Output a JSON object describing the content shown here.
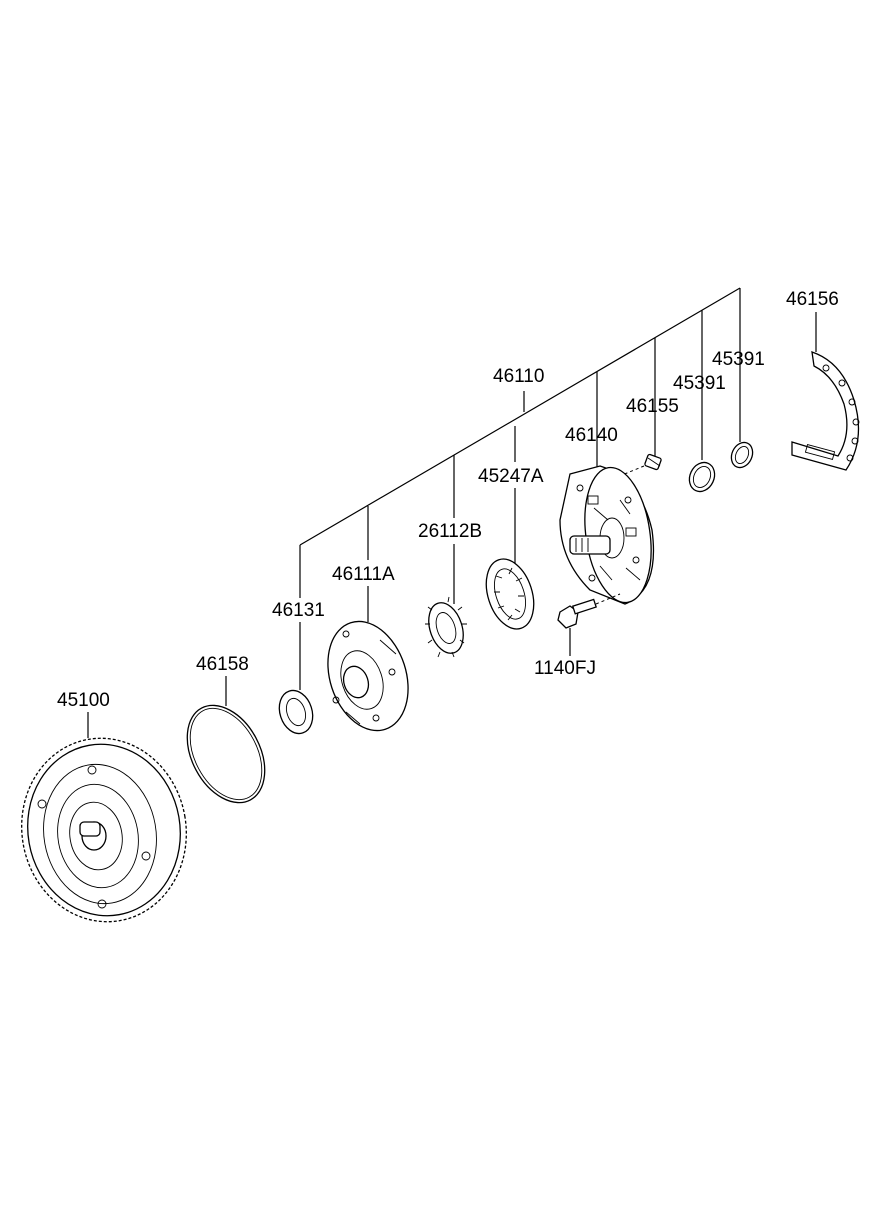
{
  "labels": {
    "p46156": "46156",
    "p46110": "46110",
    "p45391a": "45391",
    "p45391b": "45391",
    "p46155": "46155",
    "p46140": "46140",
    "p45247A": "45247A",
    "p26112B": "26112B",
    "p46111A": "46111A",
    "p46131": "46131",
    "p1140FJ": "1140FJ",
    "p46158": "46158",
    "p45100": "45100"
  }
}
